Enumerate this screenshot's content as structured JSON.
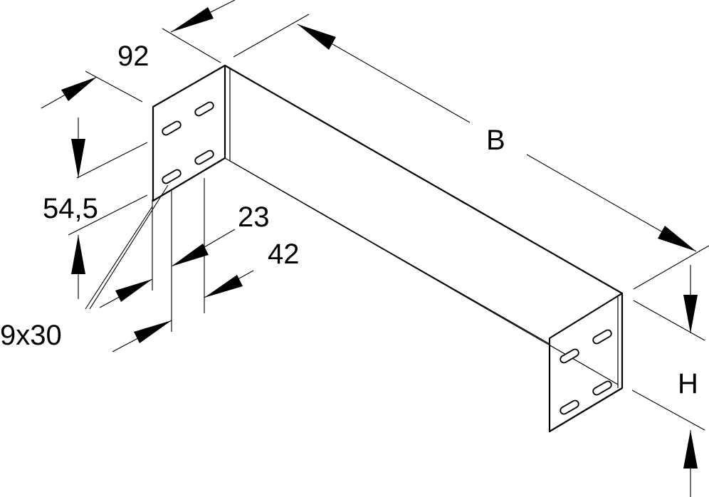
{
  "diagram": {
    "dimensions": {
      "depth": "92",
      "flange_height": "54,5",
      "hole_spacing_inner": "23",
      "hole_spacing_outer": "42",
      "slot_size": "9x30",
      "width": "B",
      "height": "H"
    }
  }
}
